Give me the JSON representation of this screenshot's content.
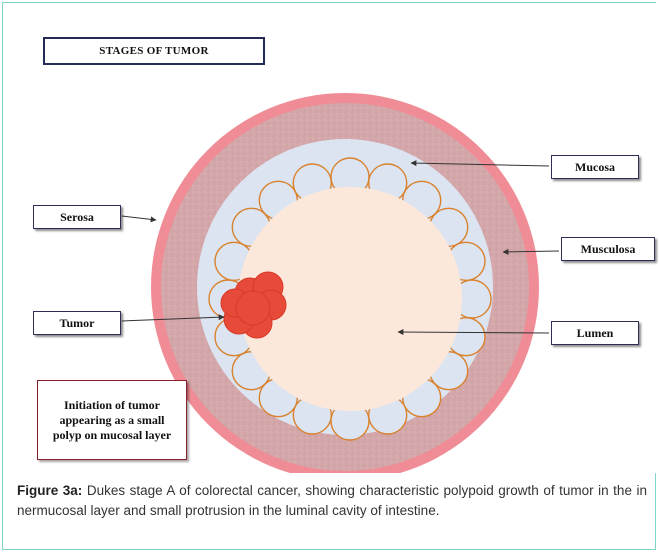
{
  "figure": {
    "title": "Stages of tumor",
    "labels": {
      "mucosa": "Mucosa",
      "serosa": "Serosa",
      "musculosa": "Musculosa",
      "tumor": "Tumor",
      "lumen": "Lumen"
    },
    "note": "Initiation of tumor appearing as a small polyp on mucosal layer",
    "colors": {
      "serosa": "#f08c95",
      "musculosa": "#d4a8aa",
      "submucosa": "#dbe4f0",
      "mucosa_outline": "#d9812d",
      "lumen": "#fce8db",
      "tumor": "#e84a3a",
      "frame_border": "#7fd3c8"
    }
  },
  "caption": {
    "label": "Figure 3a:",
    "text": "Dukes stage A of colorectal cancer, showing characteristic polypoid growth of tumor in the in nermucosal layer and small protrusion in the luminal cavity of intestine."
  }
}
